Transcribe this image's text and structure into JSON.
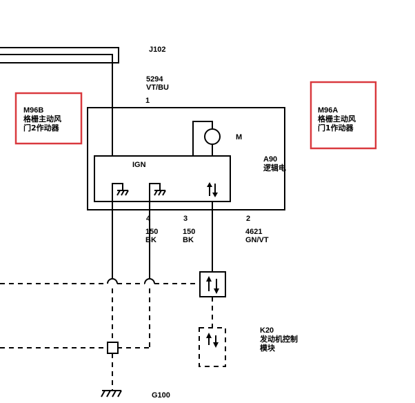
{
  "connectors": {
    "j102": "J102",
    "g100": "G100"
  },
  "wires": {
    "top": {
      "circuit": "5294",
      "color": "VT/BU",
      "pin": "1"
    },
    "pin4": {
      "circuit": "150",
      "color": "BK",
      "pin": "4"
    },
    "pin3": {
      "circuit": "150",
      "color": "BK",
      "pin": "3"
    },
    "pin2": {
      "circuit": "4621",
      "color": "GN/VT",
      "pin": "2"
    }
  },
  "components": {
    "m96b": {
      "id": "M96B",
      "name_line1": "格栅主动风",
      "name_line2": "门2作动器"
    },
    "m96a": {
      "id": "M96A",
      "name_line1": "格栅主动风",
      "name_line2": "门1作动器"
    },
    "a90": {
      "id": "A90",
      "name": "逻辑电"
    },
    "motor": {
      "label": "M"
    },
    "ign": {
      "label": "IGN"
    },
    "k20": {
      "id": "K20",
      "name_line1": "发动机控制",
      "name_line2": "模块"
    }
  },
  "highlight_color": "#d9393e"
}
